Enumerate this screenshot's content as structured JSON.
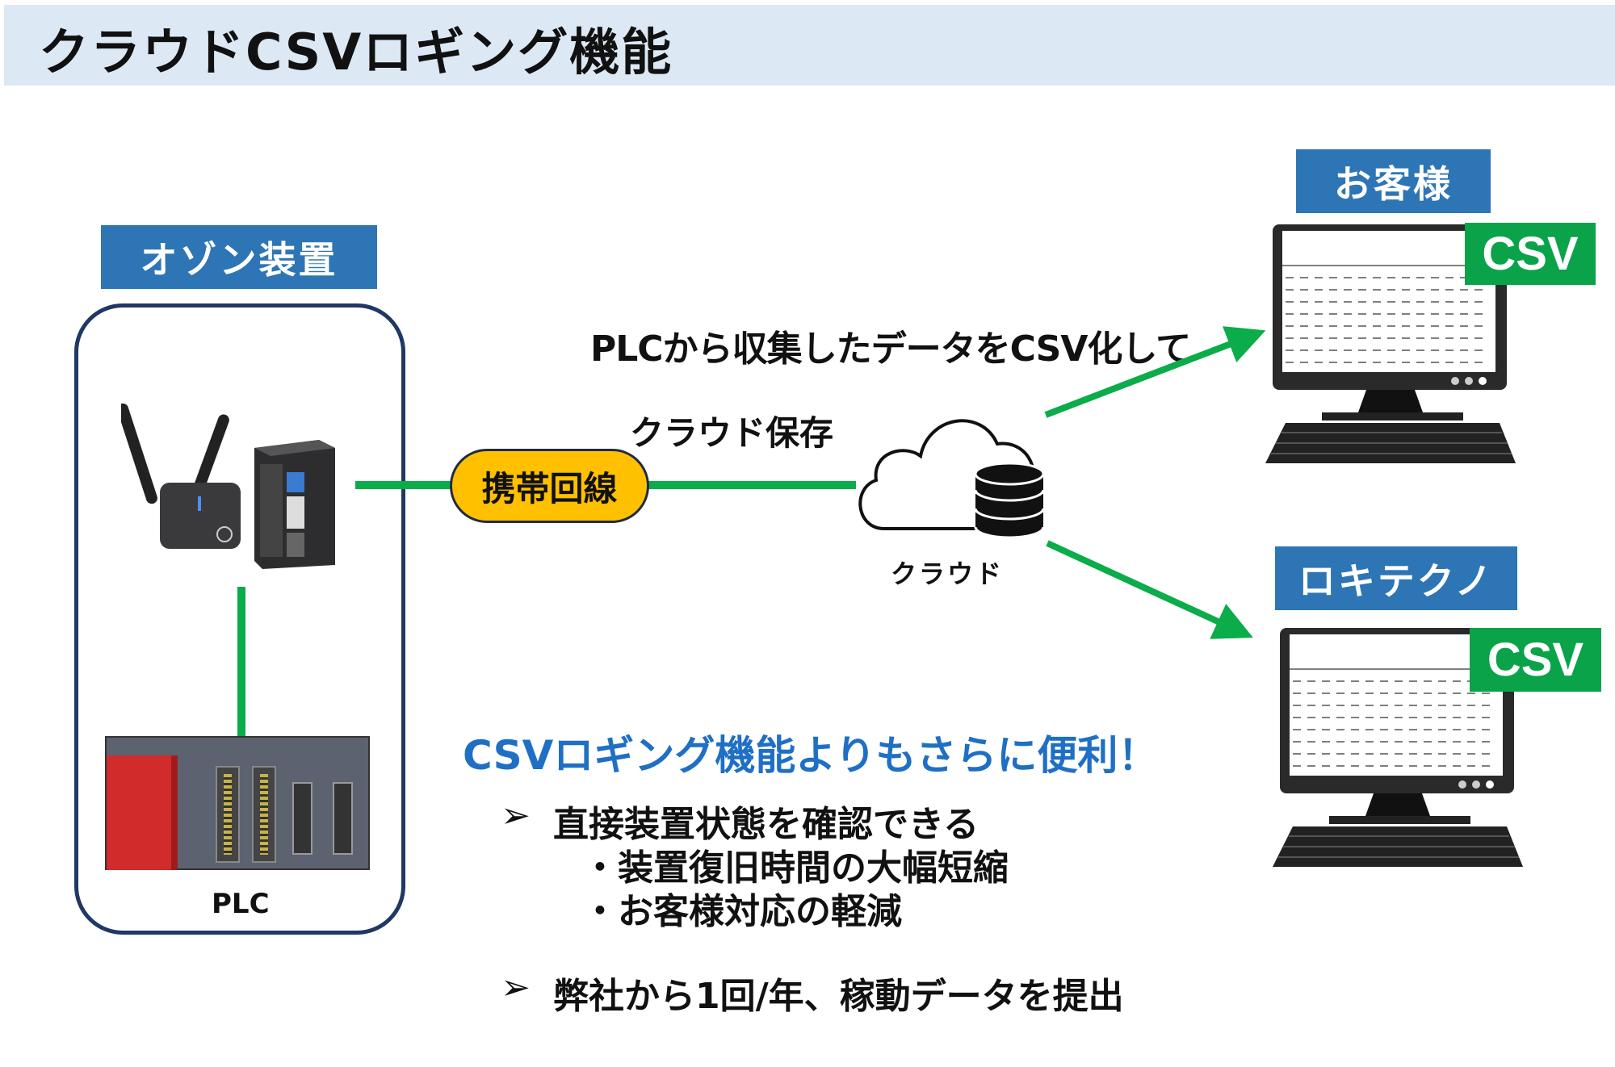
{
  "header": {
    "title": "クラウドCSVロギング機能"
  },
  "left": {
    "label": "オゾン装置",
    "plc_label": "PLC"
  },
  "link": {
    "line_label": "携帯回線",
    "save_label": "クラウド保存",
    "flow_label": "PLCから収集したデータをCSV化して"
  },
  "cloud": {
    "label": "クラウド"
  },
  "customer": {
    "label": "お客様",
    "csv": "CSV"
  },
  "rokitechno": {
    "label": "ロキテクノ",
    "csv": "CSV"
  },
  "benefits": {
    "headline": "CSVロギング機能よりもさらに便利！",
    "bullet_icon": "➢",
    "items": [
      {
        "text": "直接装置状態を確認できる",
        "sub": [
          "・装置復旧時間の大幅短縮",
          "・お客様対応の軽減"
        ]
      },
      {
        "text": "弊社から1回/年、稼動データを提出"
      }
    ]
  },
  "colors": {
    "header_bg": "#dde8f5",
    "label_blue": "#2e75b6",
    "frame": "#1f3864",
    "line_green": "#0bac4a",
    "pill": "#ffc000",
    "csv_green": "#0aa34a",
    "headline": "#1f6fc5"
  }
}
